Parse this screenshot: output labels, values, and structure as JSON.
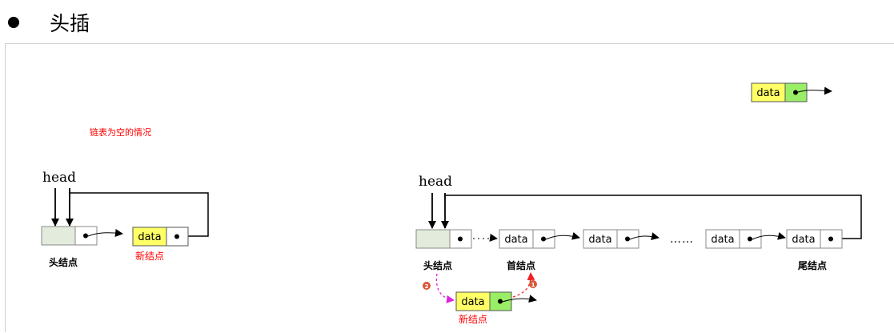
{
  "heading": {
    "text": "头插",
    "bullet_icon": "bullet-dot-icon"
  },
  "diagram": {
    "node_data_label": "data",
    "head_label": "head",
    "empty_case_caption": "链表为空的情况",
    "head_node_label": "头结点",
    "new_node_label": "新结点",
    "first_node_label": "首结点",
    "tail_node_label": "尾结点",
    "ellipsis": "……",
    "step_1": "1",
    "step_2": "2",
    "colors": {
      "data_cell": "#ffff66",
      "pointer_cell_green": "#99ee66",
      "head_node_fill": "#e3ecdc",
      "red_text": "#ff0000",
      "step_1_arrow": "#ee2222",
      "step_2_arrow": "#dd22dd",
      "step_badge": "#d9583a"
    }
  }
}
